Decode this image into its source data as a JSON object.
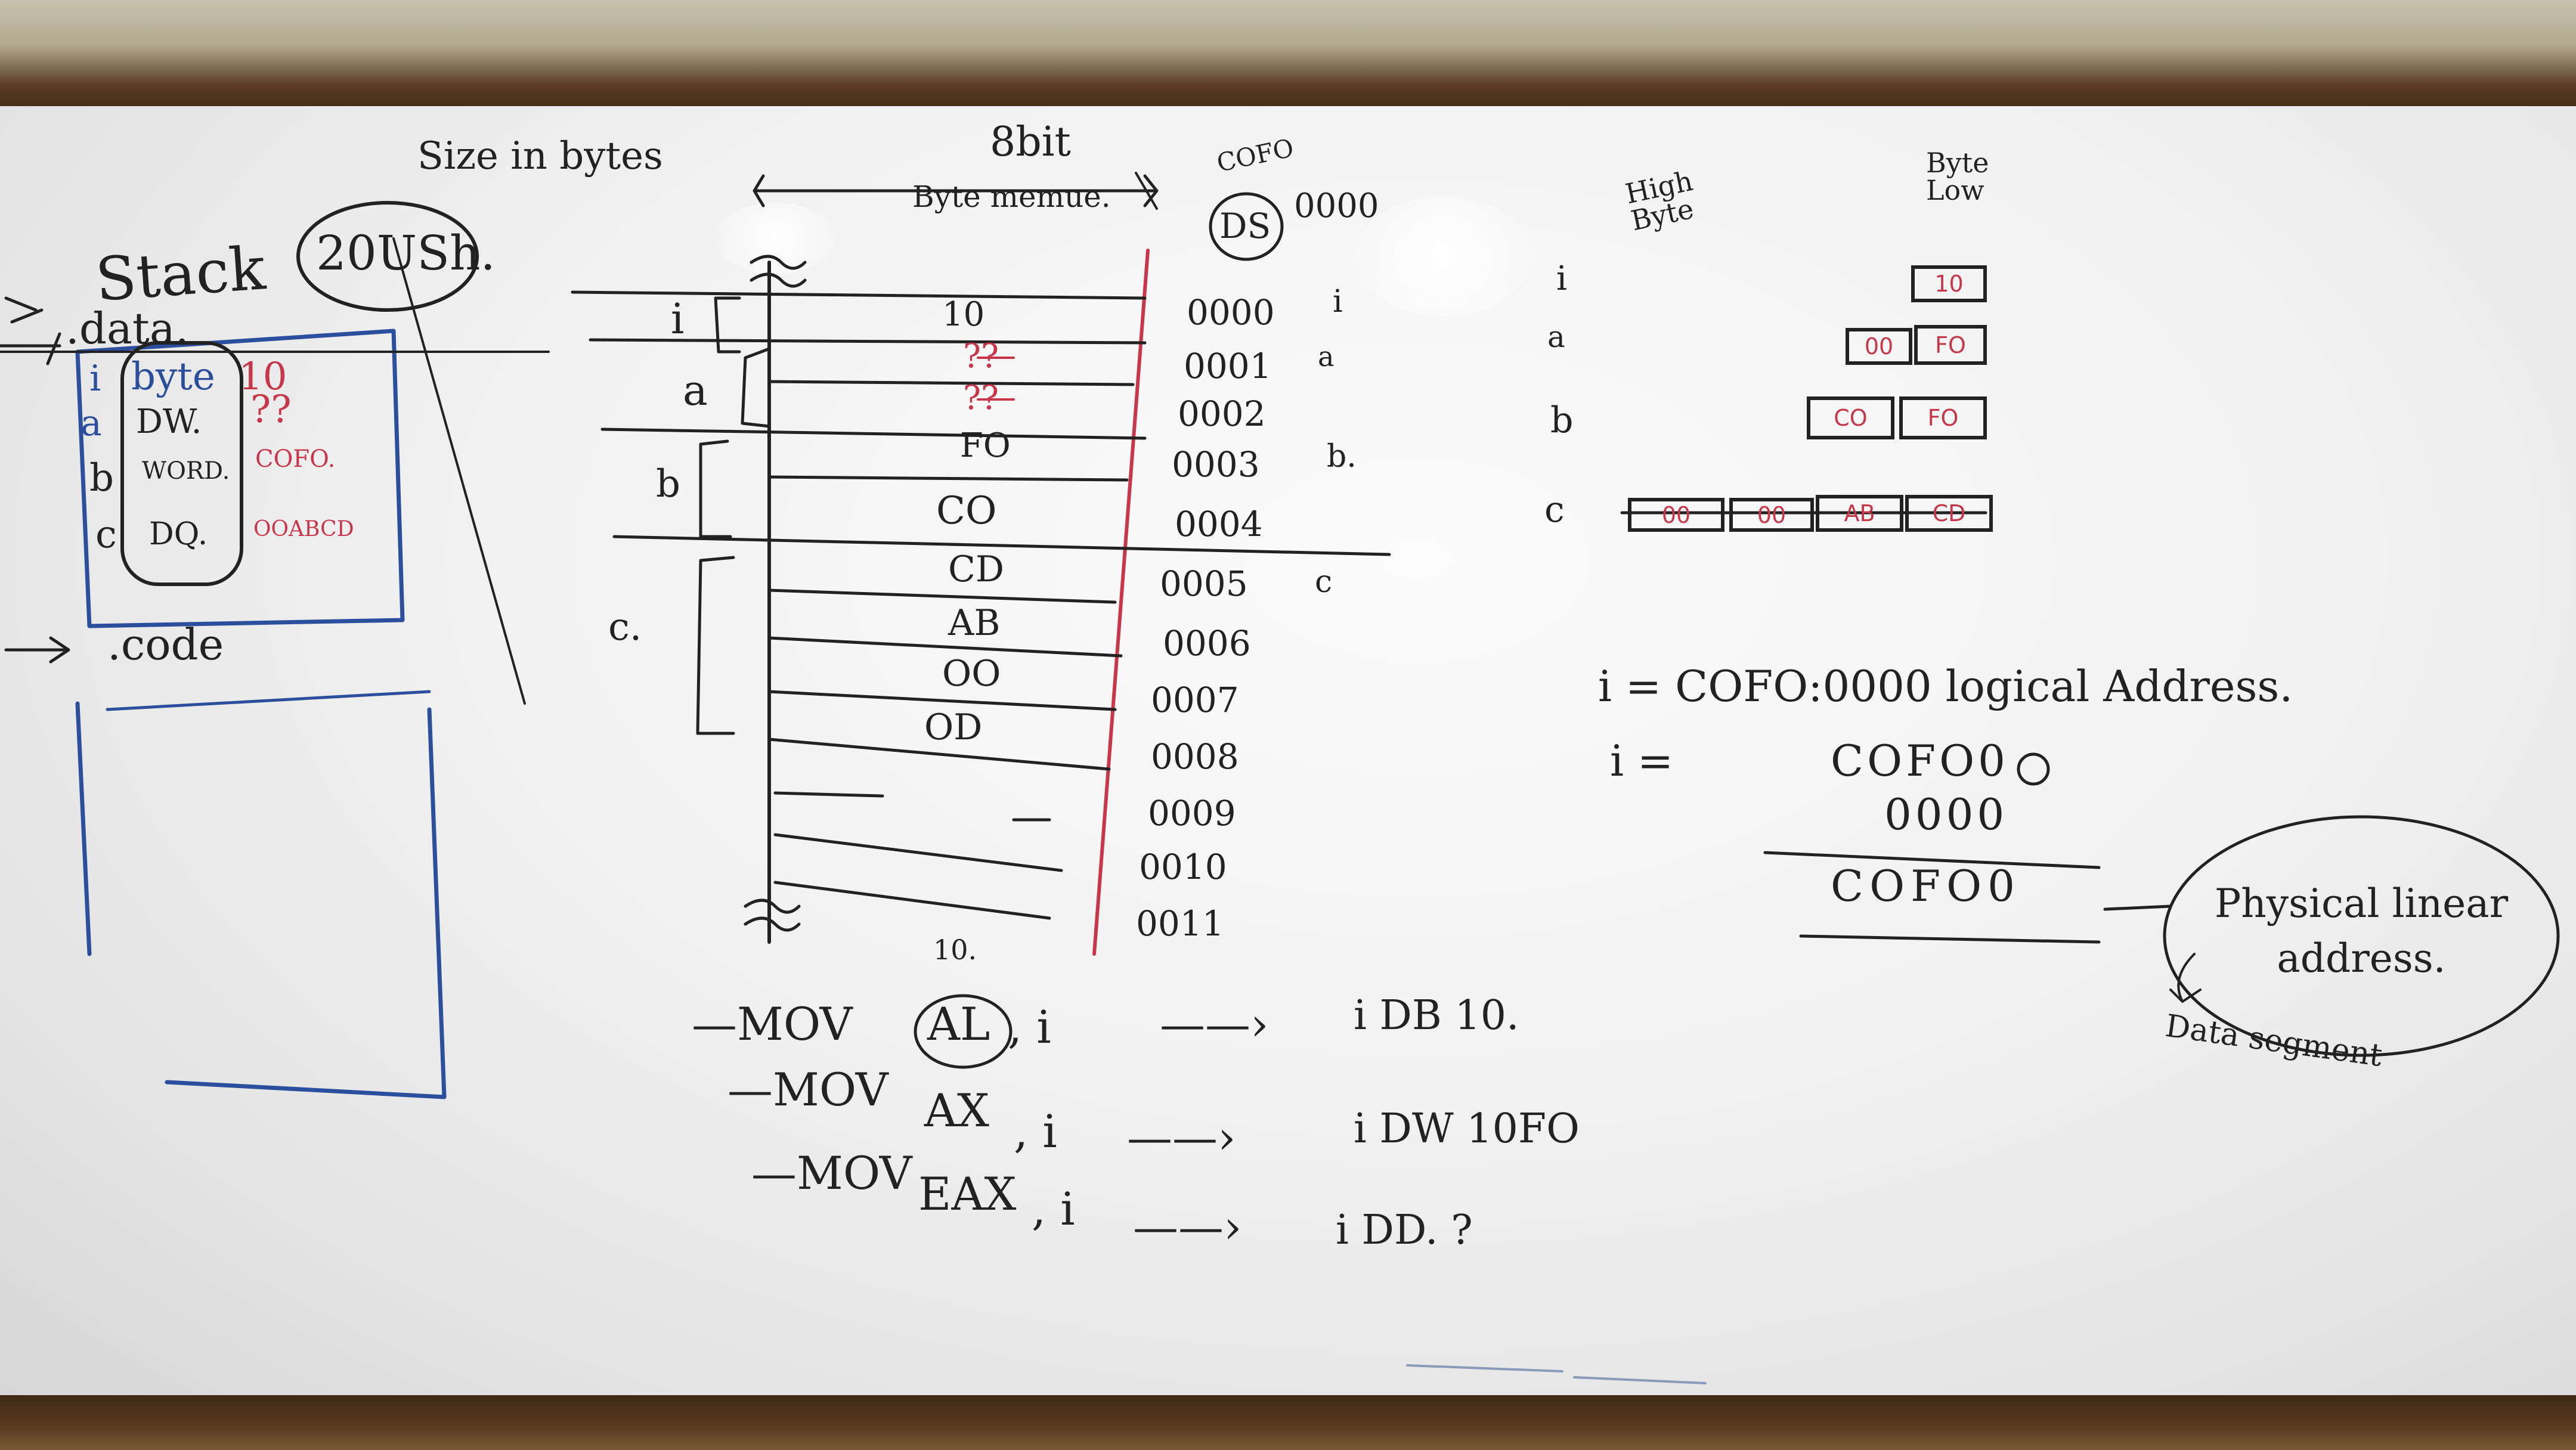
{
  "left_panel": {
    "size_in_bytes": "Size in bytes",
    "size_value": "20USh.",
    "stack": "Stack",
    "data": ".data.",
    "rows": [
      {
        "name": "i",
        "type": "byte",
        "value": "10"
      },
      {
        "name": "a",
        "type": "DW.",
        "value": "??"
      },
      {
        "name": "b",
        "type": "WORD.",
        "value": "COFO."
      },
      {
        "name": "c",
        "type": "DQ.",
        "value": "OOABCD"
      }
    ],
    "code": ".code"
  },
  "memory": {
    "header_bits": "8bit",
    "header_label": "Byte memue.",
    "ds_label": "DS",
    "ds_value": "0000",
    "cofo_note": "COFO",
    "cells": [
      "10",
      "??",
      "??",
      "FO",
      "CO",
      "CD",
      "AB",
      "OO",
      "OD"
    ],
    "addresses": [
      "0000",
      "0001",
      "0002",
      "0003",
      "0004",
      "0005",
      "0006",
      "0007",
      "0008",
      "0009",
      "0010",
      "0011"
    ],
    "brackets": [
      "i",
      "a",
      "b",
      "c."
    ],
    "right_labels": [
      "i",
      "a",
      "b.",
      "c"
    ]
  },
  "byte_diagram": {
    "high": "High Byte",
    "low": "Byte Low",
    "row_labels": [
      "i",
      "a",
      "b",
      "c"
    ],
    "i_cells": [
      "10"
    ],
    "a_cells": [
      "00",
      "FO"
    ],
    "b_cells": [
      "CO",
      "FO"
    ],
    "c_cells": [
      "00",
      "00",
      "AB",
      "CD"
    ]
  },
  "address_calc": {
    "line1": "i =   COFO:0000 logical Address.",
    "line2": "i =",
    "operand1": "COFO0",
    "operand2": "0000",
    "result": "COFO0",
    "physical": "Physical linear address.",
    "data_seg": "Data segment"
  },
  "instructions": [
    {
      "text": "—MOV",
      "reg": "AL",
      "rest": ", i",
      "arrow": "——›",
      "decl": "i  DB  10."
    },
    {
      "text": "—MOV",
      "reg": "AX",
      "rest": ", i",
      "arrow": "——›",
      "decl": "i  DW  10FO"
    },
    {
      "text": "—MOV",
      "reg": "EAX",
      "rest": ", i",
      "arrow": "——›",
      "decl": "i  DD.  ?"
    }
  ],
  "al_note": "10."
}
